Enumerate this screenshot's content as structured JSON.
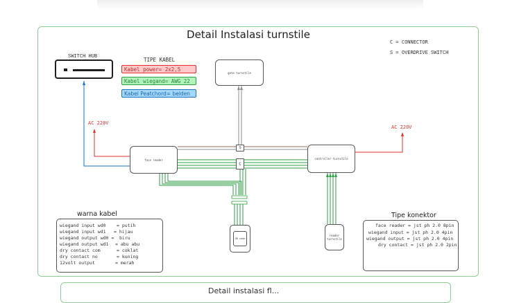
{
  "diagram": {
    "title": "Detail Instalasi turnstile",
    "legend": [
      "C = CONNECTOR",
      "S = OVERDRIVE SWITCH"
    ],
    "switch_hub": {
      "label": "SWITCH HUB"
    },
    "tipe_kabel": {
      "heading": "TIPE KABEL",
      "items": [
        {
          "text": "Kabel power= 2x2,5",
          "color": "#e03131"
        },
        {
          "text": "Kabel wiegand= AWG 22",
          "color": "#2f9e44"
        },
        {
          "text": "Kabel Peatchord= belden",
          "color": "#1971c2"
        }
      ]
    },
    "nodes": {
      "gate_turnstile": "gate turnstile",
      "face_reader": "face reader",
      "controller": "controller turnstile",
      "qr_code": "QR code",
      "reader_turnstile": "reader turnstile"
    },
    "connectors": {
      "s": "S",
      "c": "C"
    },
    "power": {
      "left": "AC 220V",
      "right": "AC 220V"
    },
    "warna_kabel": {
      "title": "warna kabel",
      "rows": [
        [
          "wiegand input wd0",
          "= putih"
        ],
        [
          "wiegand input wd1",
          "= hijau"
        ],
        [
          "wiegand output wd0 =",
          "biru"
        ],
        [
          "wiegand output wd1",
          "= abu abu"
        ],
        [
          "dry contact com",
          "= coklat"
        ],
        [
          "dry contact no",
          "= kuning"
        ],
        [
          "12volt output",
          "= merah"
        ]
      ]
    },
    "tipe_konektor": {
      "title": "Tipe konektor",
      "rows": [
        "face reader = jst ph 2.0 8pin",
        "wiegand input = jst ph 2.0 4pin",
        "wiegand output = jst ph 2.0 4pin",
        "dry contact = jst ph 2.0 2pin"
      ]
    },
    "next_section_title": "Detail instalasi fl..."
  }
}
